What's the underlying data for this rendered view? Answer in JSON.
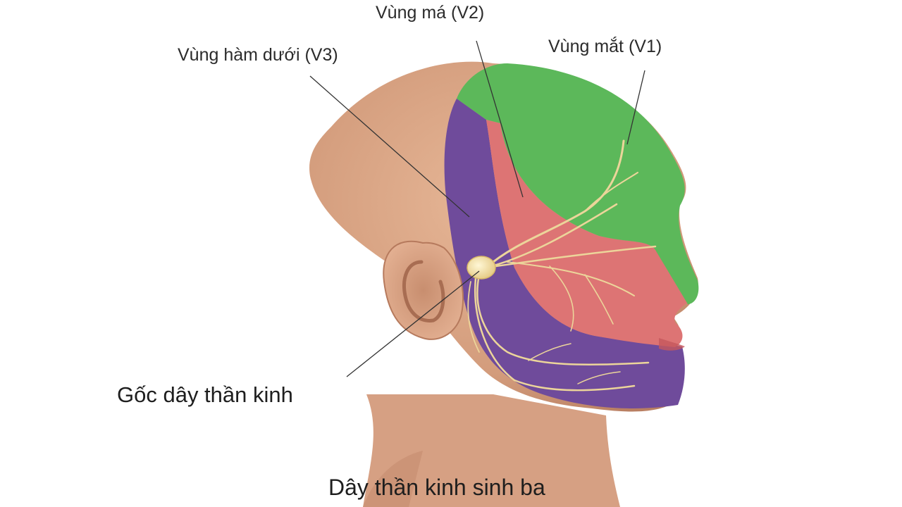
{
  "labels": {
    "v2": "Vùng má (V2)",
    "v1": "Vùng mắt (V1)",
    "v3": "Vùng hàm dưới (V3)",
    "root": "Gốc dây thần kinh"
  },
  "caption": "Dây thần kinh sinh ba",
  "colors": {
    "skin": "#d9a383",
    "v1_zone": "#5cb85a",
    "v2_zone": "#dd7474",
    "v3_zone": "#6f4b9b",
    "nerve": "#ecd59a",
    "leader_line": "#333333"
  }
}
